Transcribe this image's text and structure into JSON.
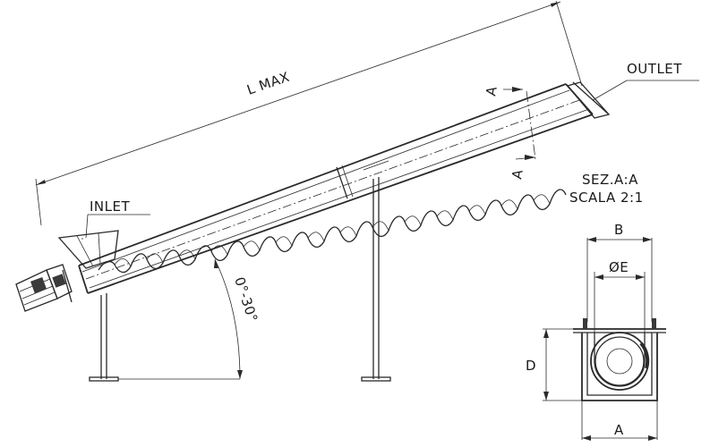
{
  "drawing": {
    "labels": {
      "length": "L MAX",
      "outlet": "OUTLET",
      "inlet": "INLET",
      "angle": "0°-30°",
      "section_a_top": "A",
      "section_a_bottom": "A",
      "section_title": "SEZ.A:A",
      "section_scale": "SCALA 2:1",
      "dim_b": "B",
      "dim_diameter": "ØE",
      "dim_d": "D",
      "dim_a": "A"
    }
  }
}
